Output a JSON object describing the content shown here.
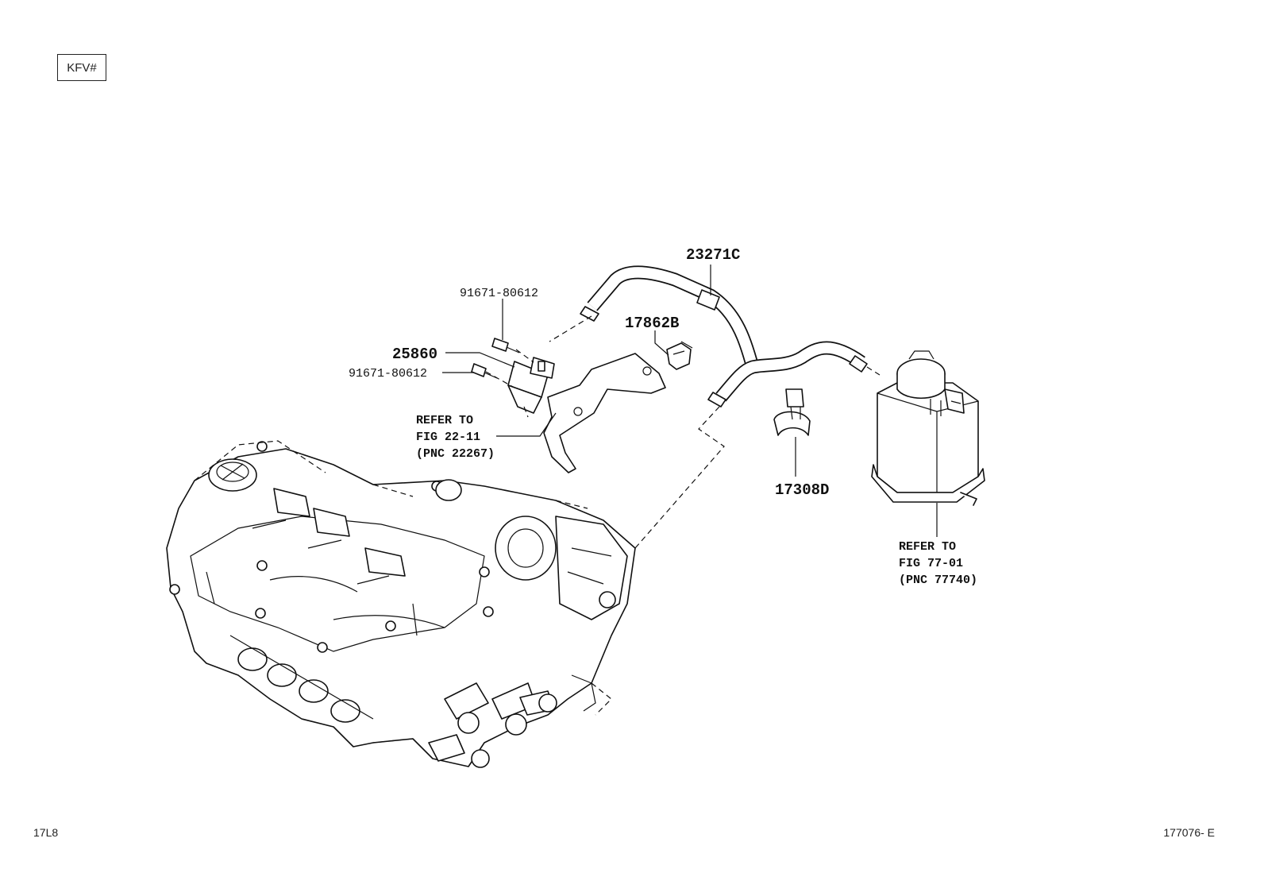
{
  "header": {
    "model_code": "KFV#"
  },
  "footer": {
    "page_code": "17L8",
    "drawing_number": "177076- E"
  },
  "callouts": {
    "hose": "23271C",
    "bolt_upper": "91671-80612",
    "bolt_lower": "91671-80612",
    "vsv": "25860",
    "clamp_upper": "17862B",
    "clamp_lower": "17308D"
  },
  "references": {
    "bracket": {
      "line1": "REFER TO",
      "line2": "FIG 22-11",
      "line3": "(PNC 22267)"
    },
    "canister": {
      "line1": "REFER TO",
      "line2": "FIG 77-01",
      "line3": "(PNC 77740)"
    }
  }
}
